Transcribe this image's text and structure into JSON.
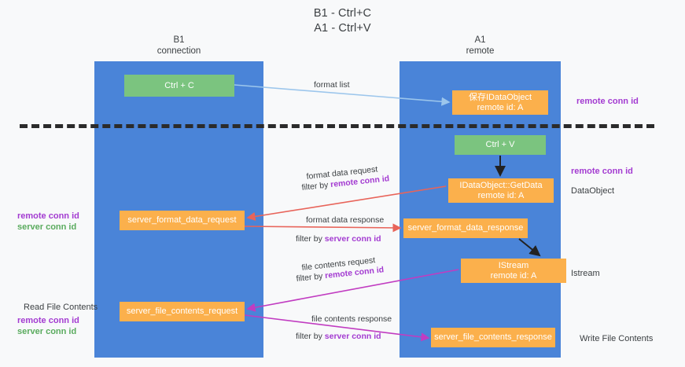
{
  "title": {
    "line1": "B1 - Ctrl+C",
    "line2": "A1 - Ctrl+V"
  },
  "columns": {
    "left": {
      "name": "B1",
      "role": "connection"
    },
    "right": {
      "name": "A1",
      "role": "remote"
    }
  },
  "boxes": {
    "ctrl_c": {
      "line1": "Ctrl + C",
      "line2": ""
    },
    "save_idataobject": {
      "line1": "保存IDataObject",
      "line2": "remote id: A"
    },
    "ctrl_v": {
      "line1": "Ctrl + V",
      "line2": ""
    },
    "idataobject_getdata": {
      "line1": "IDataObject::GetData",
      "line2": "remote id: A"
    },
    "server_format_data_request": {
      "line1": "server_format_data_request",
      "line2": ""
    },
    "server_format_data_response": {
      "line1": "server_format_data_response",
      "line2": ""
    },
    "istream": {
      "line1": "IStream",
      "line2": "remote id: A"
    },
    "server_file_contents_request": {
      "line1": "server_file_contents_request",
      "line2": ""
    },
    "server_file_contents_response": {
      "line1": "server_file_contents_response",
      "line2": ""
    }
  },
  "side_labels": {
    "right_remote_conn_id_top": "remote conn id",
    "right_remote_conn_id_mid": "remote conn id",
    "right_dataobject": "DataObject",
    "right_istream": "Istream",
    "right_write_file_contents": "Write File Contents",
    "left_remote_conn_id_mid": "remote conn id",
    "left_server_conn_id_mid": "server conn id",
    "left_read_file_contents": "Read File Contents",
    "left_remote_conn_id_bottom": "remote conn id",
    "left_server_conn_id_bottom": "server conn id"
  },
  "flows": {
    "format_list": "format list",
    "format_data_request": "format data request",
    "format_data_request_filter_prefix": "filter by ",
    "format_data_request_filter_value": "remote conn id",
    "format_data_response": "format data response",
    "format_data_response_filter_prefix": "filter by ",
    "format_data_response_filter_value": "server conn id",
    "file_contents_request": "file contents request",
    "file_contents_request_filter_prefix": "filter by ",
    "file_contents_request_filter_value": "remote conn id",
    "file_contents_response": "file contents response",
    "file_contents_response_filter_prefix": "filter by ",
    "file_contents_response_filter_value": "server conn id"
  },
  "colors": {
    "lane_blue": "#4a84d8",
    "box_green": "#7bc47f",
    "box_orange": "#fbb04c",
    "remote_purple": "#a33bd1",
    "server_green": "#5aab5e",
    "arrow_light_blue": "#9cc6ec",
    "arrow_red": "#e8645a",
    "arrow_magenta": "#c13cc1",
    "arrow_black": "#222222",
    "background": "#f8f9fa"
  }
}
